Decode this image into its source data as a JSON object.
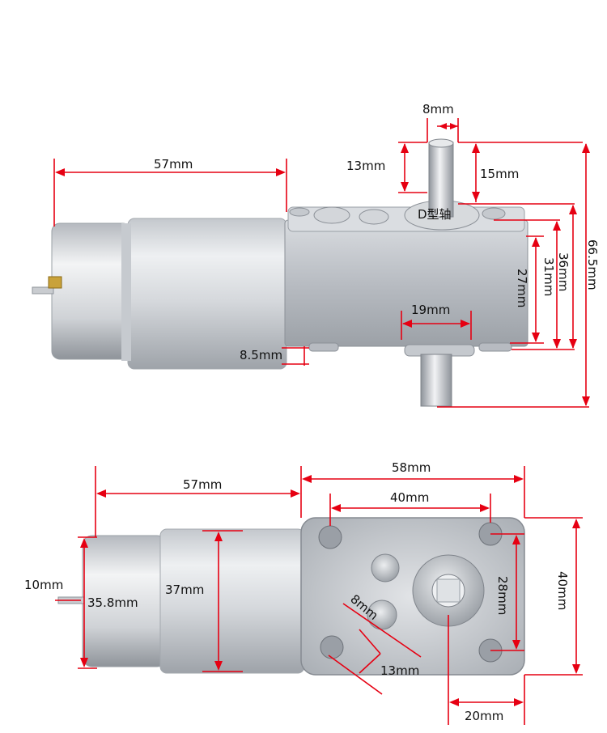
{
  "colors": {
    "dimension_line": "#e60012",
    "label_text": "#111111",
    "metal_light": "#e4e6e9",
    "metal_mid": "#b9bdc3",
    "metal_dark": "#8b9097",
    "background": "#ffffff"
  },
  "top_view": {
    "motor_length": "57mm",
    "shaft_diameter": "8mm",
    "shaft_base": "13mm",
    "shaft_length": "15mm",
    "shaft_type": "D型轴",
    "height_27": "27mm",
    "height_31": "31mm",
    "height_36": "36mm",
    "height_66_5": "66.5mm",
    "shaft_offset": "19mm",
    "base_gap": "8.5mm"
  },
  "bottom_view": {
    "gearbox_width": "58mm",
    "motor_length": "57mm",
    "hole_spacing_x": "40mm",
    "gearbox_height": "40mm",
    "hole_spacing_y": "28mm",
    "shaft_offset": "20mm",
    "motor_diameter": "37mm",
    "end_cap": "35.8mm",
    "rear_shaft": "10mm",
    "small_shaft": "8mm",
    "small_offset": "13mm"
  }
}
